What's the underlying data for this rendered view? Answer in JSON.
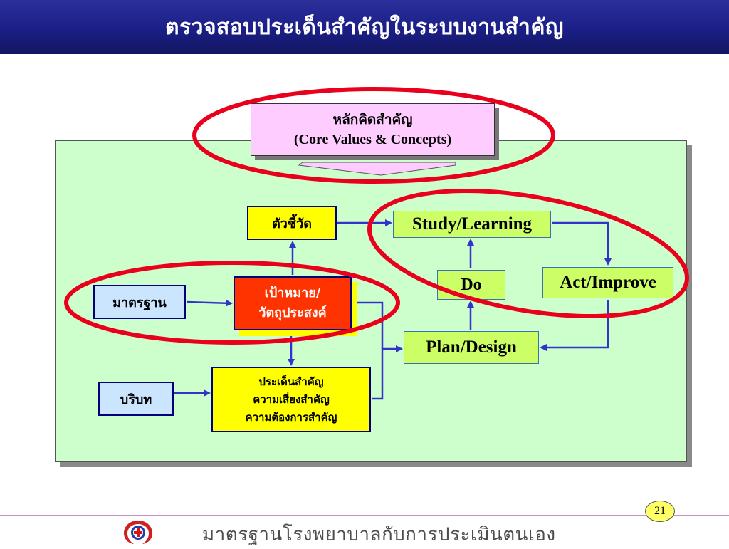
{
  "title": "ตรวจสอบประเด็นสำคัญในระบบงานสำคัญ",
  "core_values": {
    "line1": "หลักคิดสำคัญ",
    "line2": "(Core Values & Concepts)"
  },
  "nodes": {
    "indicator": "ตัวชี้วัด",
    "standard": "มาตรฐาน",
    "context": "บริบท",
    "goal_line1": "เป้าหมาย/",
    "goal_line2": "วัตถุประสงค์",
    "issue_line1": "ประเด็นสำคัญ",
    "issue_line2": "ความเสี่ยงสำคัญ",
    "issue_line3": "ความต้องการสำคัญ",
    "study": "Study/Learning",
    "do": "Do",
    "act": "Act/Improve",
    "plan": "Plan/Design"
  },
  "footer": {
    "text": "มาตรฐานโรงพยาบาลกับการประเมินตนเอง",
    "page_number": "21"
  },
  "colors": {
    "title_bar": "#1b1f86",
    "panel": "#ccffcc",
    "core_box": "#ffccff",
    "goal_box": "#ff3300",
    "issue_box": "#ffff00",
    "pdsa_box": "#ccff66",
    "arrow": "#3333cc",
    "highlight_ellipse": "#e8001c"
  }
}
